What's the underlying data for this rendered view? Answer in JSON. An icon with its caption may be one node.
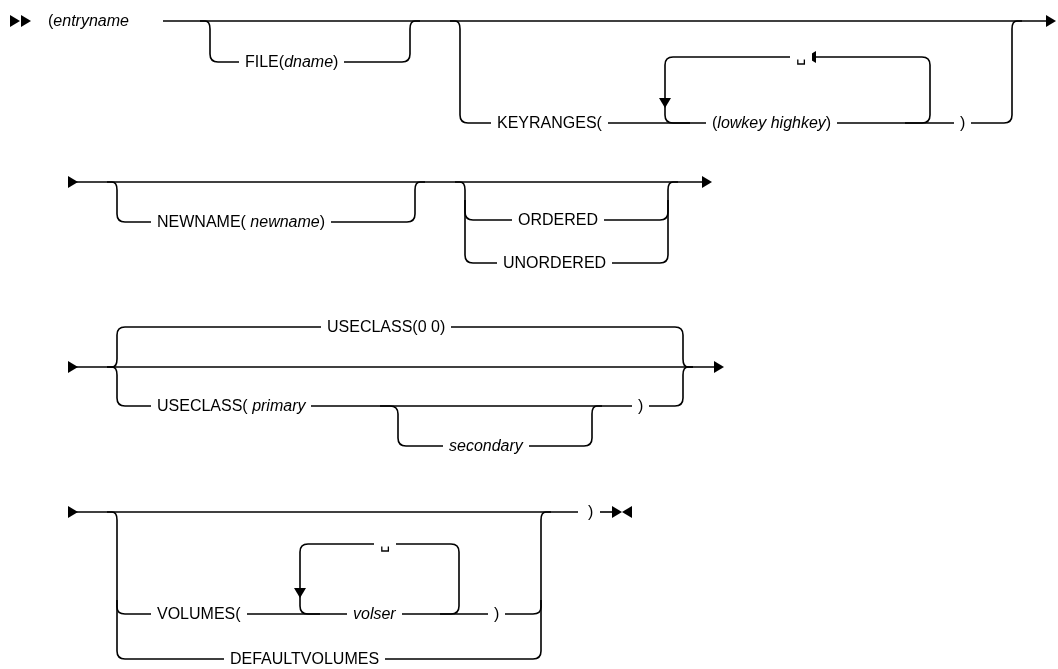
{
  "diagram": {
    "labels": [
      "(*entryname*",
      "FILE(*dname*)",
      "␣",
      "KEYRANGES(",
      "(*lowkey* *highkey*)",
      ")",
      "NEWNAME( *newname*)",
      "ORDERED",
      "UNORDERED",
      "USECLASS(0 0)",
      "USECLASS( *primary*",
      ")",
      "secondary",
      ")",
      "␣",
      "VOLUMES(",
      "volser",
      ")",
      "DEFAULTVOLUMES"
    ]
  }
}
